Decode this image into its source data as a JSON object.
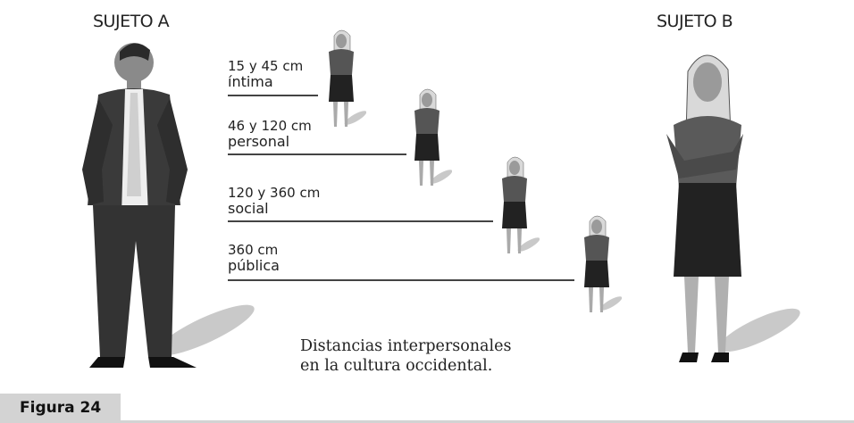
{
  "subjects": {
    "a": {
      "label": "SUJETO A"
    },
    "b": {
      "label": "SUJETO B"
    }
  },
  "zones": [
    {
      "range": "15 y 45 cm",
      "name": "íntima"
    },
    {
      "range": "46 y 120 cm",
      "name": "personal"
    },
    {
      "range": "120 y 360 cm",
      "name": "social"
    },
    {
      "range": "360 cm",
      "name": "pública"
    }
  ],
  "caption": {
    "line1": "Distancias interpersonales",
    "line2": "en la cultura occidental."
  },
  "figure_label": "Figura 24",
  "colors": {
    "figure_bar": "#d3d3d3",
    "lines": "#444444"
  }
}
